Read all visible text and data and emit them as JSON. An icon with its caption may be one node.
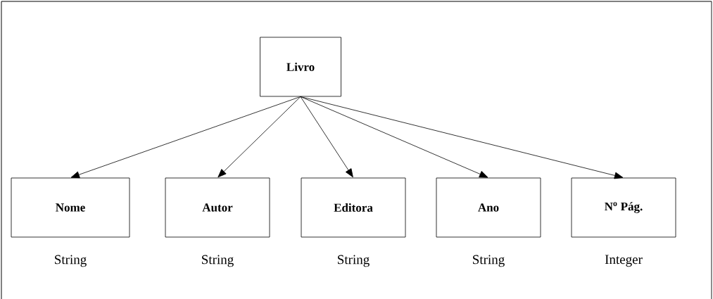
{
  "diagram": {
    "nodes": [
      {
        "text": [
          "Livro"
        ]
      },
      {
        "text": [
          "Nome"
        ],
        "beside": [
          "String"
        ]
      },
      {
        "text": [
          "Autor"
        ],
        "beside": [
          "String"
        ]
      },
      {
        "text": [
          "Editora"
        ],
        "beside": [
          "String"
        ]
      },
      {
        "text": [
          "Ano"
        ],
        "beside": [
          "String"
        ]
      },
      {
        "text": [
          "N$^{o}$ Pág."
        ],
        "beside": [
          "Integer"
        ]
      }
    ],
    "edges": [
      {
        "from": 0,
        "to": 1,
        "arrow": "to"
      },
      {
        "from": 0,
        "to": 2,
        "arrow": "to"
      },
      {
        "from": 0,
        "to": 3,
        "arrow": "to"
      },
      {
        "from": 0,
        "to": 4,
        "arrow": "to"
      },
      {
        "from": 0,
        "to": 5,
        "arrow": "to"
      }
    ]
  }
}
